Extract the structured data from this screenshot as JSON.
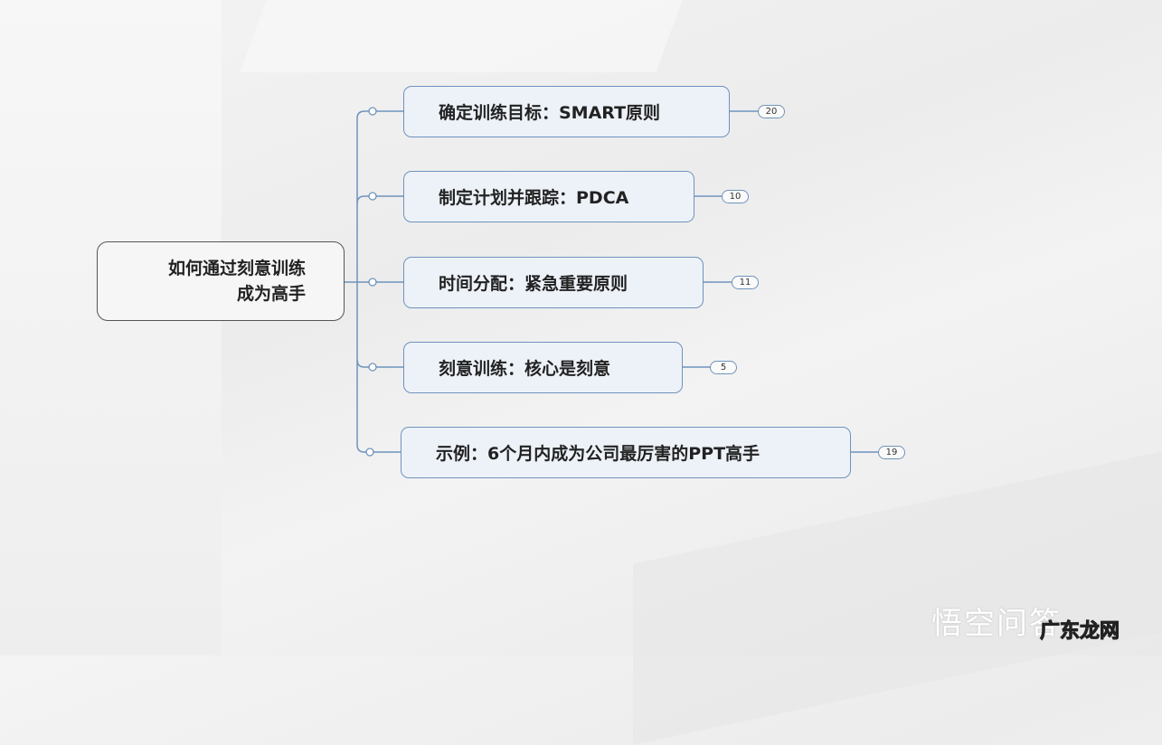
{
  "root": {
    "line1": "如何通过刻意训练",
    "line2": "成为高手"
  },
  "branches": [
    {
      "label": "确定训练目标：SMART原则",
      "count": "20"
    },
    {
      "label": "制定计划并跟踪：PDCA",
      "count": "10"
    },
    {
      "label": "时间分配：紧急重要原则",
      "count": "11"
    },
    {
      "label": "刻意训练：核心是刻意",
      "count": "5"
    },
    {
      "label": "示例：6个月内成为公司最厉害的PPT高手",
      "count": "19"
    }
  ],
  "watermark": {
    "text": "悟空问答",
    "site": "广东龙网"
  },
  "colors": {
    "line": "#6f93bd",
    "node_fill": "#edf2f8"
  }
}
